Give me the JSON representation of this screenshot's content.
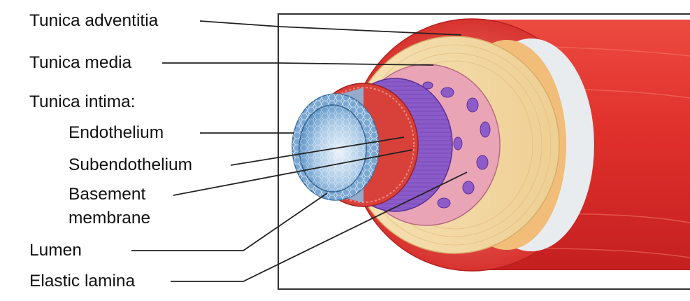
{
  "labels": {
    "tunica_adventitia": "Tunica adventitia",
    "tunica_media": "Tunica media",
    "tunica_intima": "Tunica intima:",
    "endothelium": "Endothelium",
    "subendothelium": "Subendothelium",
    "basement_line1": "Basement",
    "basement_line2": "membrane",
    "lumen": "Lumen",
    "elastic_lamina": "Elastic lamina"
  },
  "colors": {
    "adventitia": "#e0302e",
    "media": "#f2d7a2",
    "elastic": "#e8a2b4",
    "purple": "#8a5bc8",
    "endothelium": "#5d9fd0",
    "leader": "#222222"
  }
}
